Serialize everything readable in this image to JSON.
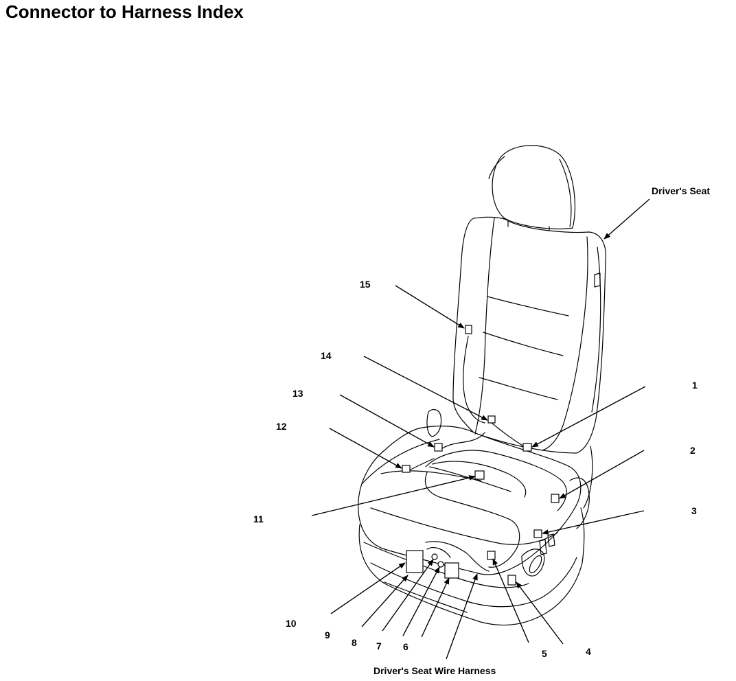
{
  "title": "Connector to Harness Index",
  "diagram": {
    "seat_label": "Driver's Seat",
    "harness_label": "Driver's Seat Wire Harness",
    "callouts": [
      "1",
      "2",
      "3",
      "4",
      "5",
      "6",
      "7",
      "8",
      "9",
      "10",
      "11",
      "12",
      "13",
      "14",
      "15"
    ]
  }
}
